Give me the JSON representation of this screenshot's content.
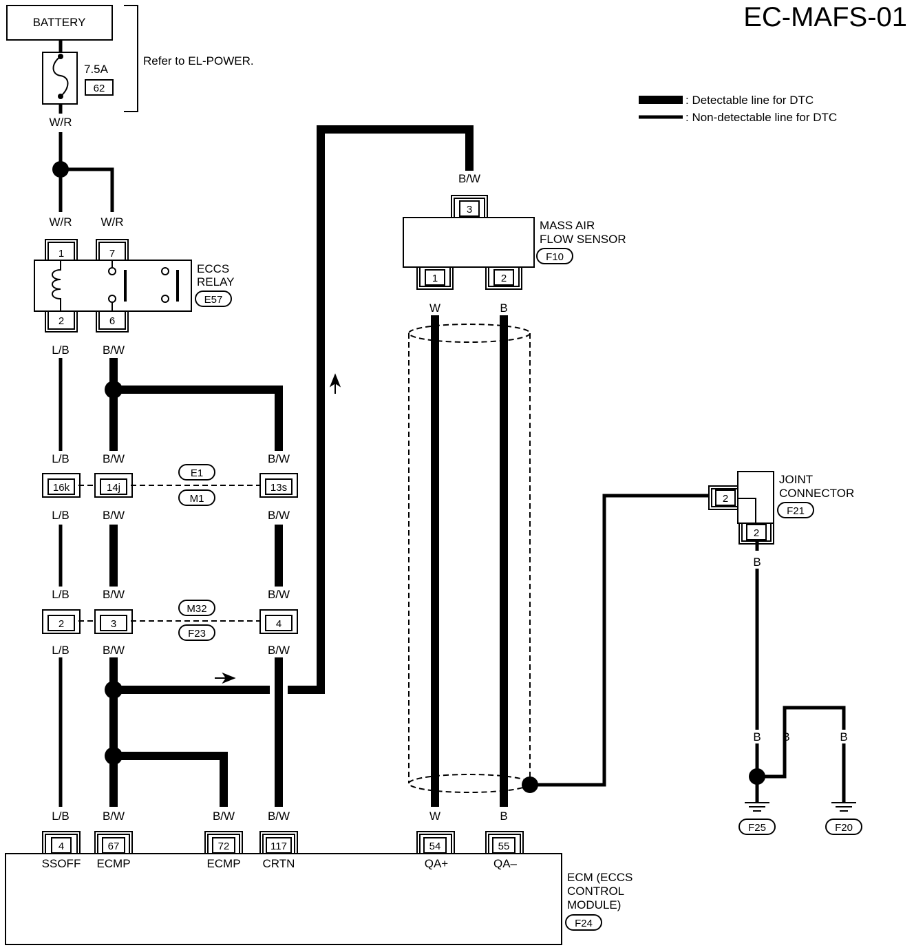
{
  "diagram": {
    "title": "EC-MAFS-01",
    "legend": {
      "detectable": ": Detectable line for DTC",
      "non_detectable": ": Non-detectable line for DTC"
    },
    "battery": {
      "label": "BATTERY",
      "fuse_rating": "7.5A",
      "fuse_number": "62",
      "note": "Refer to EL-POWER."
    },
    "eccs_relay": {
      "name_line1": "ECCS",
      "name_line2": "RELAY",
      "connector": "E57",
      "pins": [
        "1",
        "7",
        "2",
        "6"
      ]
    },
    "maf_sensor": {
      "name_line1": "MASS AIR",
      "name_line2": "FLOW SENSOR",
      "connector": "F10",
      "pins": [
        "3",
        "1",
        "2"
      ]
    },
    "joint_connector": {
      "name_line1": "JOINT",
      "name_line2": "CONNECTOR",
      "connector": "F21",
      "pins": [
        "2",
        "2"
      ]
    },
    "harness_connectors": {
      "upper": {
        "top": "E1",
        "bottom": "M1",
        "pins": [
          "16k",
          "14j",
          "13s"
        ]
      },
      "lower": {
        "top": "M32",
        "bottom": "F23",
        "pins": [
          "2",
          "3",
          "4"
        ]
      }
    },
    "ecm": {
      "name_line1": "ECM (ECCS",
      "name_line2": "CONTROL",
      "name_line3": "MODULE)",
      "connector": "F24",
      "terminals": [
        {
          "pin": "4",
          "name": "SSOFF"
        },
        {
          "pin": "67",
          "name": "ECMP"
        },
        {
          "pin": "72",
          "name": "ECMP"
        },
        {
          "pin": "117",
          "name": "CRTN"
        },
        {
          "pin": "54",
          "name": "QA+"
        },
        {
          "pin": "55",
          "name": "QA–"
        }
      ]
    },
    "grounds": [
      "F25",
      "F20"
    ],
    "wire_colors": {
      "wr": "W/R",
      "lb": "L/B",
      "bw": "B/W",
      "w": "W",
      "b": "B"
    }
  }
}
